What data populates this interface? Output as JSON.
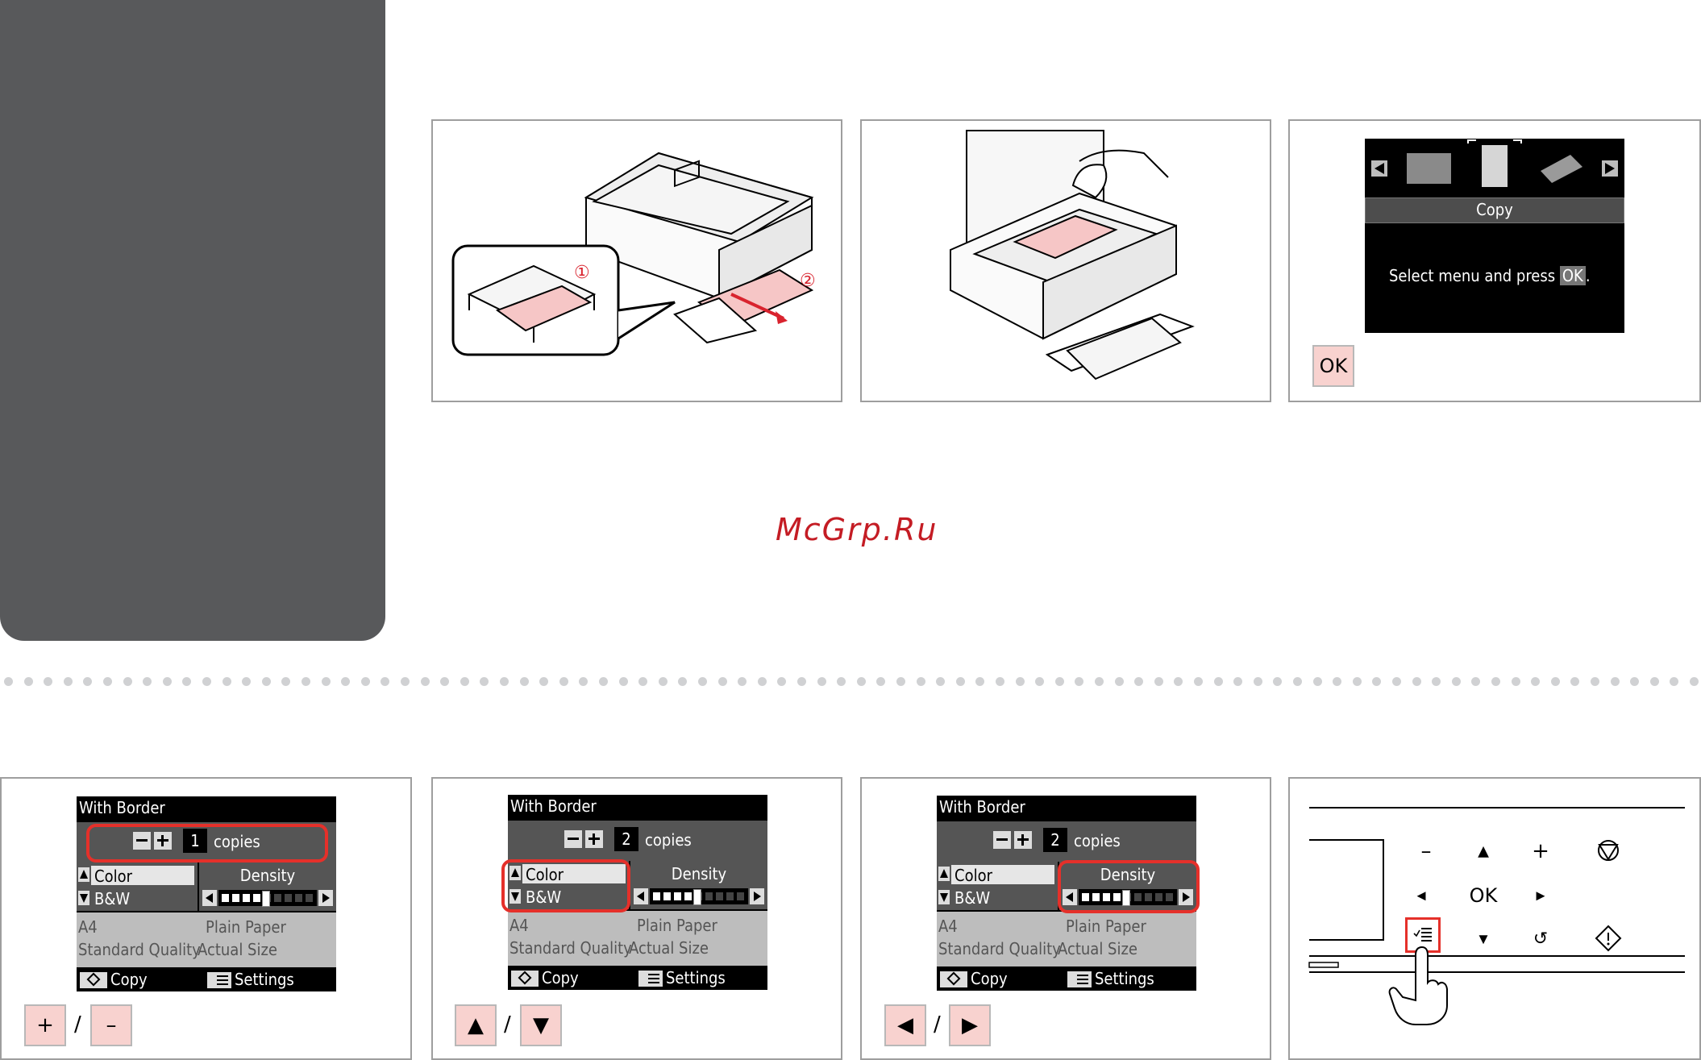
{
  "watermark": "McGrp.Ru",
  "top_panels": {
    "p1": {
      "step1": "①",
      "step2": "②"
    },
    "p3": {
      "menu_label": "Copy",
      "instruction_prefix": "Select menu and press",
      "instruction_ok": "OK",
      "instruction_suffix": ".",
      "key_label": "OK"
    }
  },
  "copy_screens": [
    {
      "header": "With Border",
      "copies_value": "1",
      "copies_label": "copies",
      "color_label": "Color",
      "bw_label": "B&W",
      "density_label": "Density",
      "paper_size": "A4",
      "paper_type": "Plain Paper",
      "quality": "Standard Quality",
      "size": "Actual Size",
      "footer_copy": "Copy",
      "footer_settings": "Settings",
      "highlight": "copies",
      "keys": [
        "+",
        "–"
      ]
    },
    {
      "header": "With Border",
      "copies_value": "2",
      "copies_label": "copies",
      "color_label": "Color",
      "bw_label": "B&W",
      "density_label": "Density",
      "paper_size": "A4",
      "paper_type": "Plain Paper",
      "quality": "Standard Quality",
      "size": "Actual Size",
      "footer_copy": "Copy",
      "footer_settings": "Settings",
      "highlight": "color",
      "keys": [
        "▲",
        "▼"
      ]
    },
    {
      "header": "With Border",
      "copies_value": "2",
      "copies_label": "copies",
      "color_label": "Color",
      "bw_label": "B&W",
      "density_label": "Density",
      "paper_size": "A4",
      "paper_type": "Plain Paper",
      "quality": "Standard Quality",
      "size": "Actual Size",
      "footer_copy": "Copy",
      "footer_settings": "Settings",
      "highlight": "density",
      "keys": [
        "◀",
        "▶"
      ]
    }
  ],
  "key_separator": "/",
  "control_panel": {
    "minus": "–",
    "up": "▲",
    "plus": "+",
    "left": "◂",
    "ok": "OK",
    "right": "▸",
    "down": "▾",
    "back": "↺"
  }
}
